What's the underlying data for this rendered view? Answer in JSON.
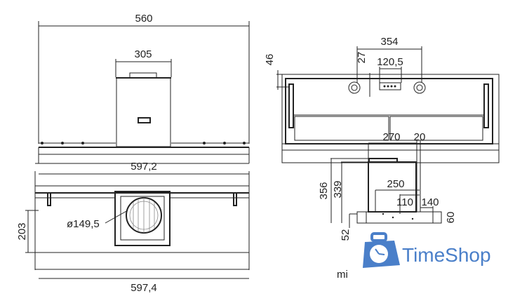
{
  "front_view": {
    "overall_width": "560",
    "chimney_width": "305"
  },
  "rear_view": {
    "hole_spacing": "354",
    "panel_width": "120,5",
    "offset_27": "27",
    "offset_46": "46"
  },
  "bottom_view": {
    "top_width": "597,2",
    "bottom_width": "597,4",
    "depth": "203",
    "outlet_diameter": "ø149,5"
  },
  "side_view": {
    "d270": "270",
    "d20": "20",
    "h356": "356",
    "h339": "339",
    "d250": "250",
    "d110": "110",
    "d140": "140",
    "h60": "60",
    "h52": "52"
  },
  "model_label": "mi",
  "logo": {
    "text": "TimeShop",
    "color": "#4a7fc9"
  }
}
